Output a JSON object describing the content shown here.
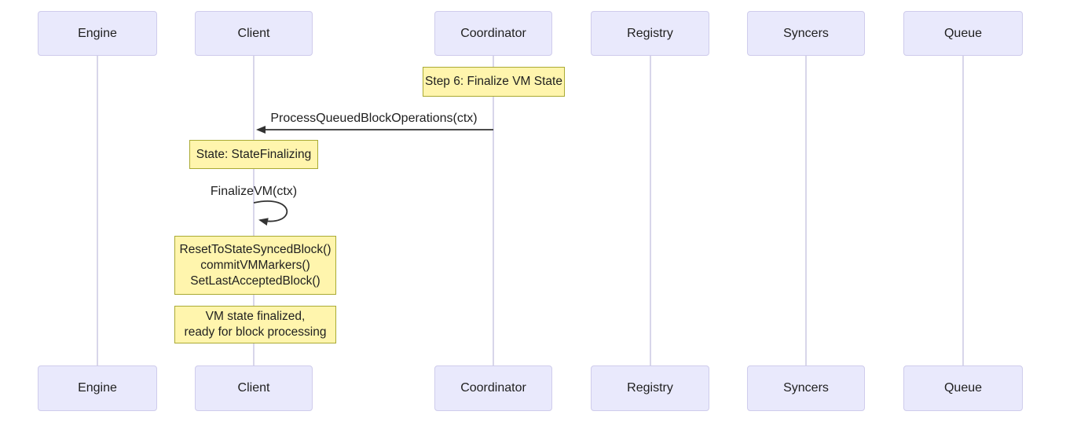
{
  "diagram": {
    "type": "sequence-diagram",
    "participants": [
      {
        "label": "Engine"
      },
      {
        "label": "Client"
      },
      {
        "label": "Coordinator"
      },
      {
        "label": "Registry"
      },
      {
        "label": "Syncers"
      },
      {
        "label": "Queue"
      }
    ],
    "notes": [
      {
        "over": "Coordinator",
        "text": "Step 6: Finalize VM State"
      },
      {
        "over": "Client",
        "text": "State: StateFinalizing"
      },
      {
        "over": "Client",
        "line1": "ResetToStateSyncedBlock()",
        "line2": "commitVMMarkers()",
        "line3": "SetLastAcceptedBlock()"
      },
      {
        "over": "Client",
        "line1": "VM state finalized,",
        "line2": "ready for block processing"
      }
    ],
    "messages": [
      {
        "label": "ProcessQueuedBlockOperations(ctx)",
        "from": "Coordinator",
        "to": "Client",
        "kind": "solid-arrow"
      },
      {
        "label": "FinalizeVM(ctx)",
        "from": "Client",
        "to": "Client",
        "kind": "self-loop"
      }
    ],
    "colors": {
      "note_fill": "#FFF5AD",
      "note_border": "#AAAA33",
      "actor_fill": "#E9E9FC",
      "actor_border": "#CFCCEC",
      "lifeline": "#CCC9E4",
      "message_line": "#333333",
      "text": "#1F1F1F"
    }
  }
}
